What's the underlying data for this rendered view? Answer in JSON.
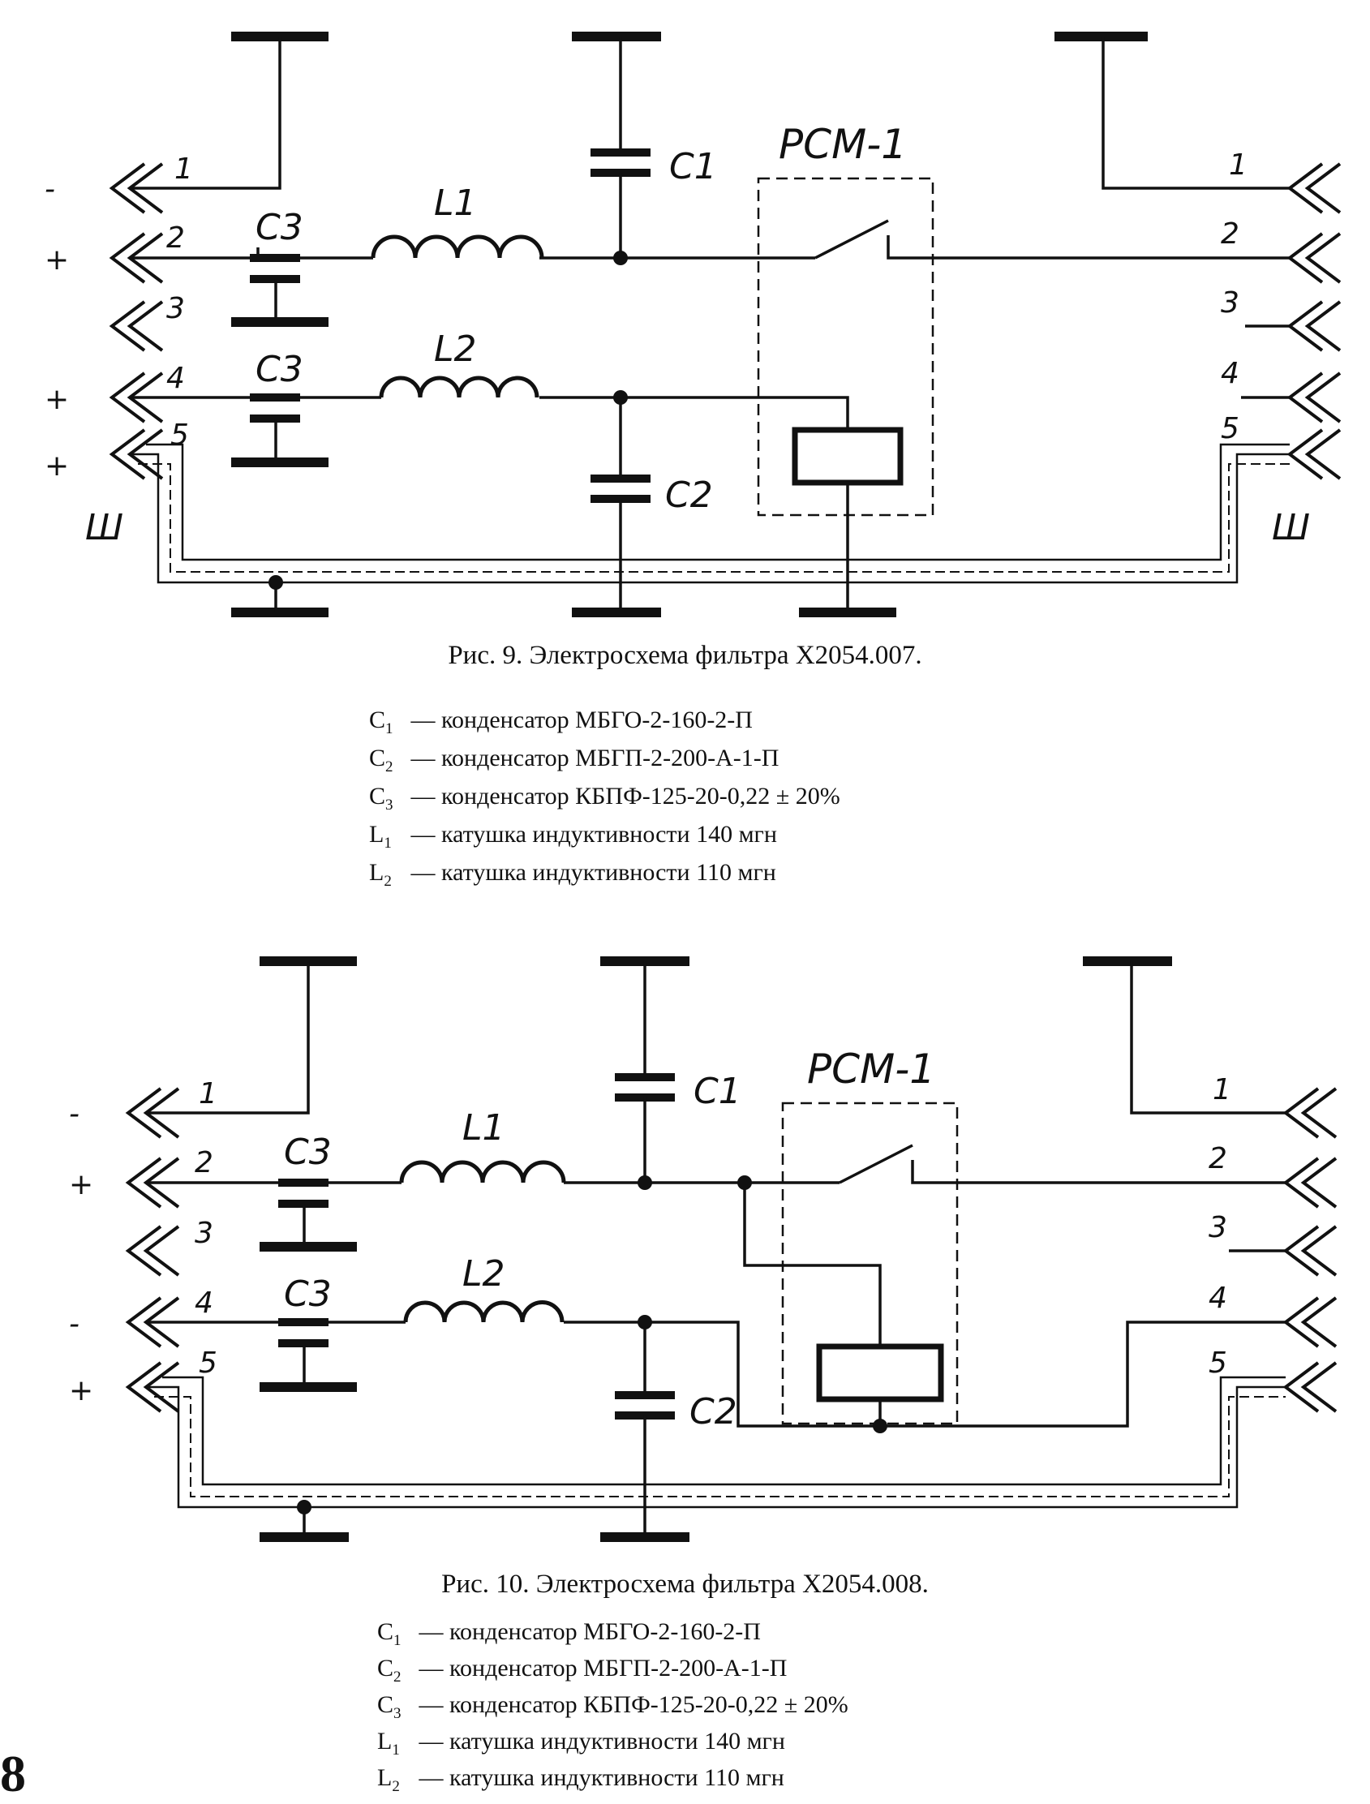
{
  "figures": [
    {
      "caption": "Рис. 9. Электросхема фильтра X2054.007.",
      "relay_label": "РСМ-1",
      "left_pins": [
        {
          "num": "1",
          "sign": "-"
        },
        {
          "num": "2",
          "sign": "+"
        },
        {
          "num": "3",
          "sign": ""
        },
        {
          "num": "4",
          "sign": "+"
        },
        {
          "num": "5",
          "sign": "+"
        }
      ],
      "right_pins": [
        "1",
        "2",
        "3",
        "4",
        "5"
      ],
      "shield_label": "Ш",
      "component_labels": {
        "c1": "C1",
        "c2": "C2",
        "c3": "C3",
        "l1": "L1",
        "l2": "L2"
      },
      "legend": [
        {
          "sym": "C",
          "sub": "1",
          "text": " — конденсатор МБГО-2-160-2-П"
        },
        {
          "sym": "C",
          "sub": "2",
          "text": " — конденсатор МБГП-2-200-А-1-П"
        },
        {
          "sym": "C",
          "sub": "3",
          "text": " — конденсатор КБПФ-125-20-0,22 ± 20%"
        },
        {
          "sym": "L",
          "sub": "1",
          "text": " — катушка индуктивности 140 мгн"
        },
        {
          "sym": "L",
          "sub": "2",
          "text": " — катушка индуктивности 110 мгн"
        }
      ]
    },
    {
      "caption": "Рис. 10. Электросхема фильтра X2054.008.",
      "relay_label": "РСМ-1",
      "left_pins": [
        {
          "num": "1",
          "sign": "-"
        },
        {
          "num": "2",
          "sign": "+"
        },
        {
          "num": "3",
          "sign": ""
        },
        {
          "num": "4",
          "sign": "-"
        },
        {
          "num": "5",
          "sign": "+"
        }
      ],
      "right_pins": [
        "1",
        "2",
        "3",
        "4",
        "5"
      ],
      "component_labels": {
        "c1": "C1",
        "c2": "C2",
        "c3": "C3",
        "l1": "L1",
        "l2": "L2"
      },
      "legend": [
        {
          "sym": "C",
          "sub": "1",
          "text": " — конденсатор МБГО-2-160-2-П"
        },
        {
          "sym": "C",
          "sub": "2",
          "text": " — конденсатор МБГП-2-200-А-1-П"
        },
        {
          "sym": "C",
          "sub": "3",
          "text": " — конденсатор КБПФ-125-20-0,22 ± 20%"
        },
        {
          "sym": "L",
          "sub": "1",
          "text": " — катушка индуктивности 140 мгн"
        },
        {
          "sym": "L",
          "sub": "2",
          "text": " — катушка индуктивности 110 мгн"
        }
      ]
    }
  ],
  "page_number": "8"
}
